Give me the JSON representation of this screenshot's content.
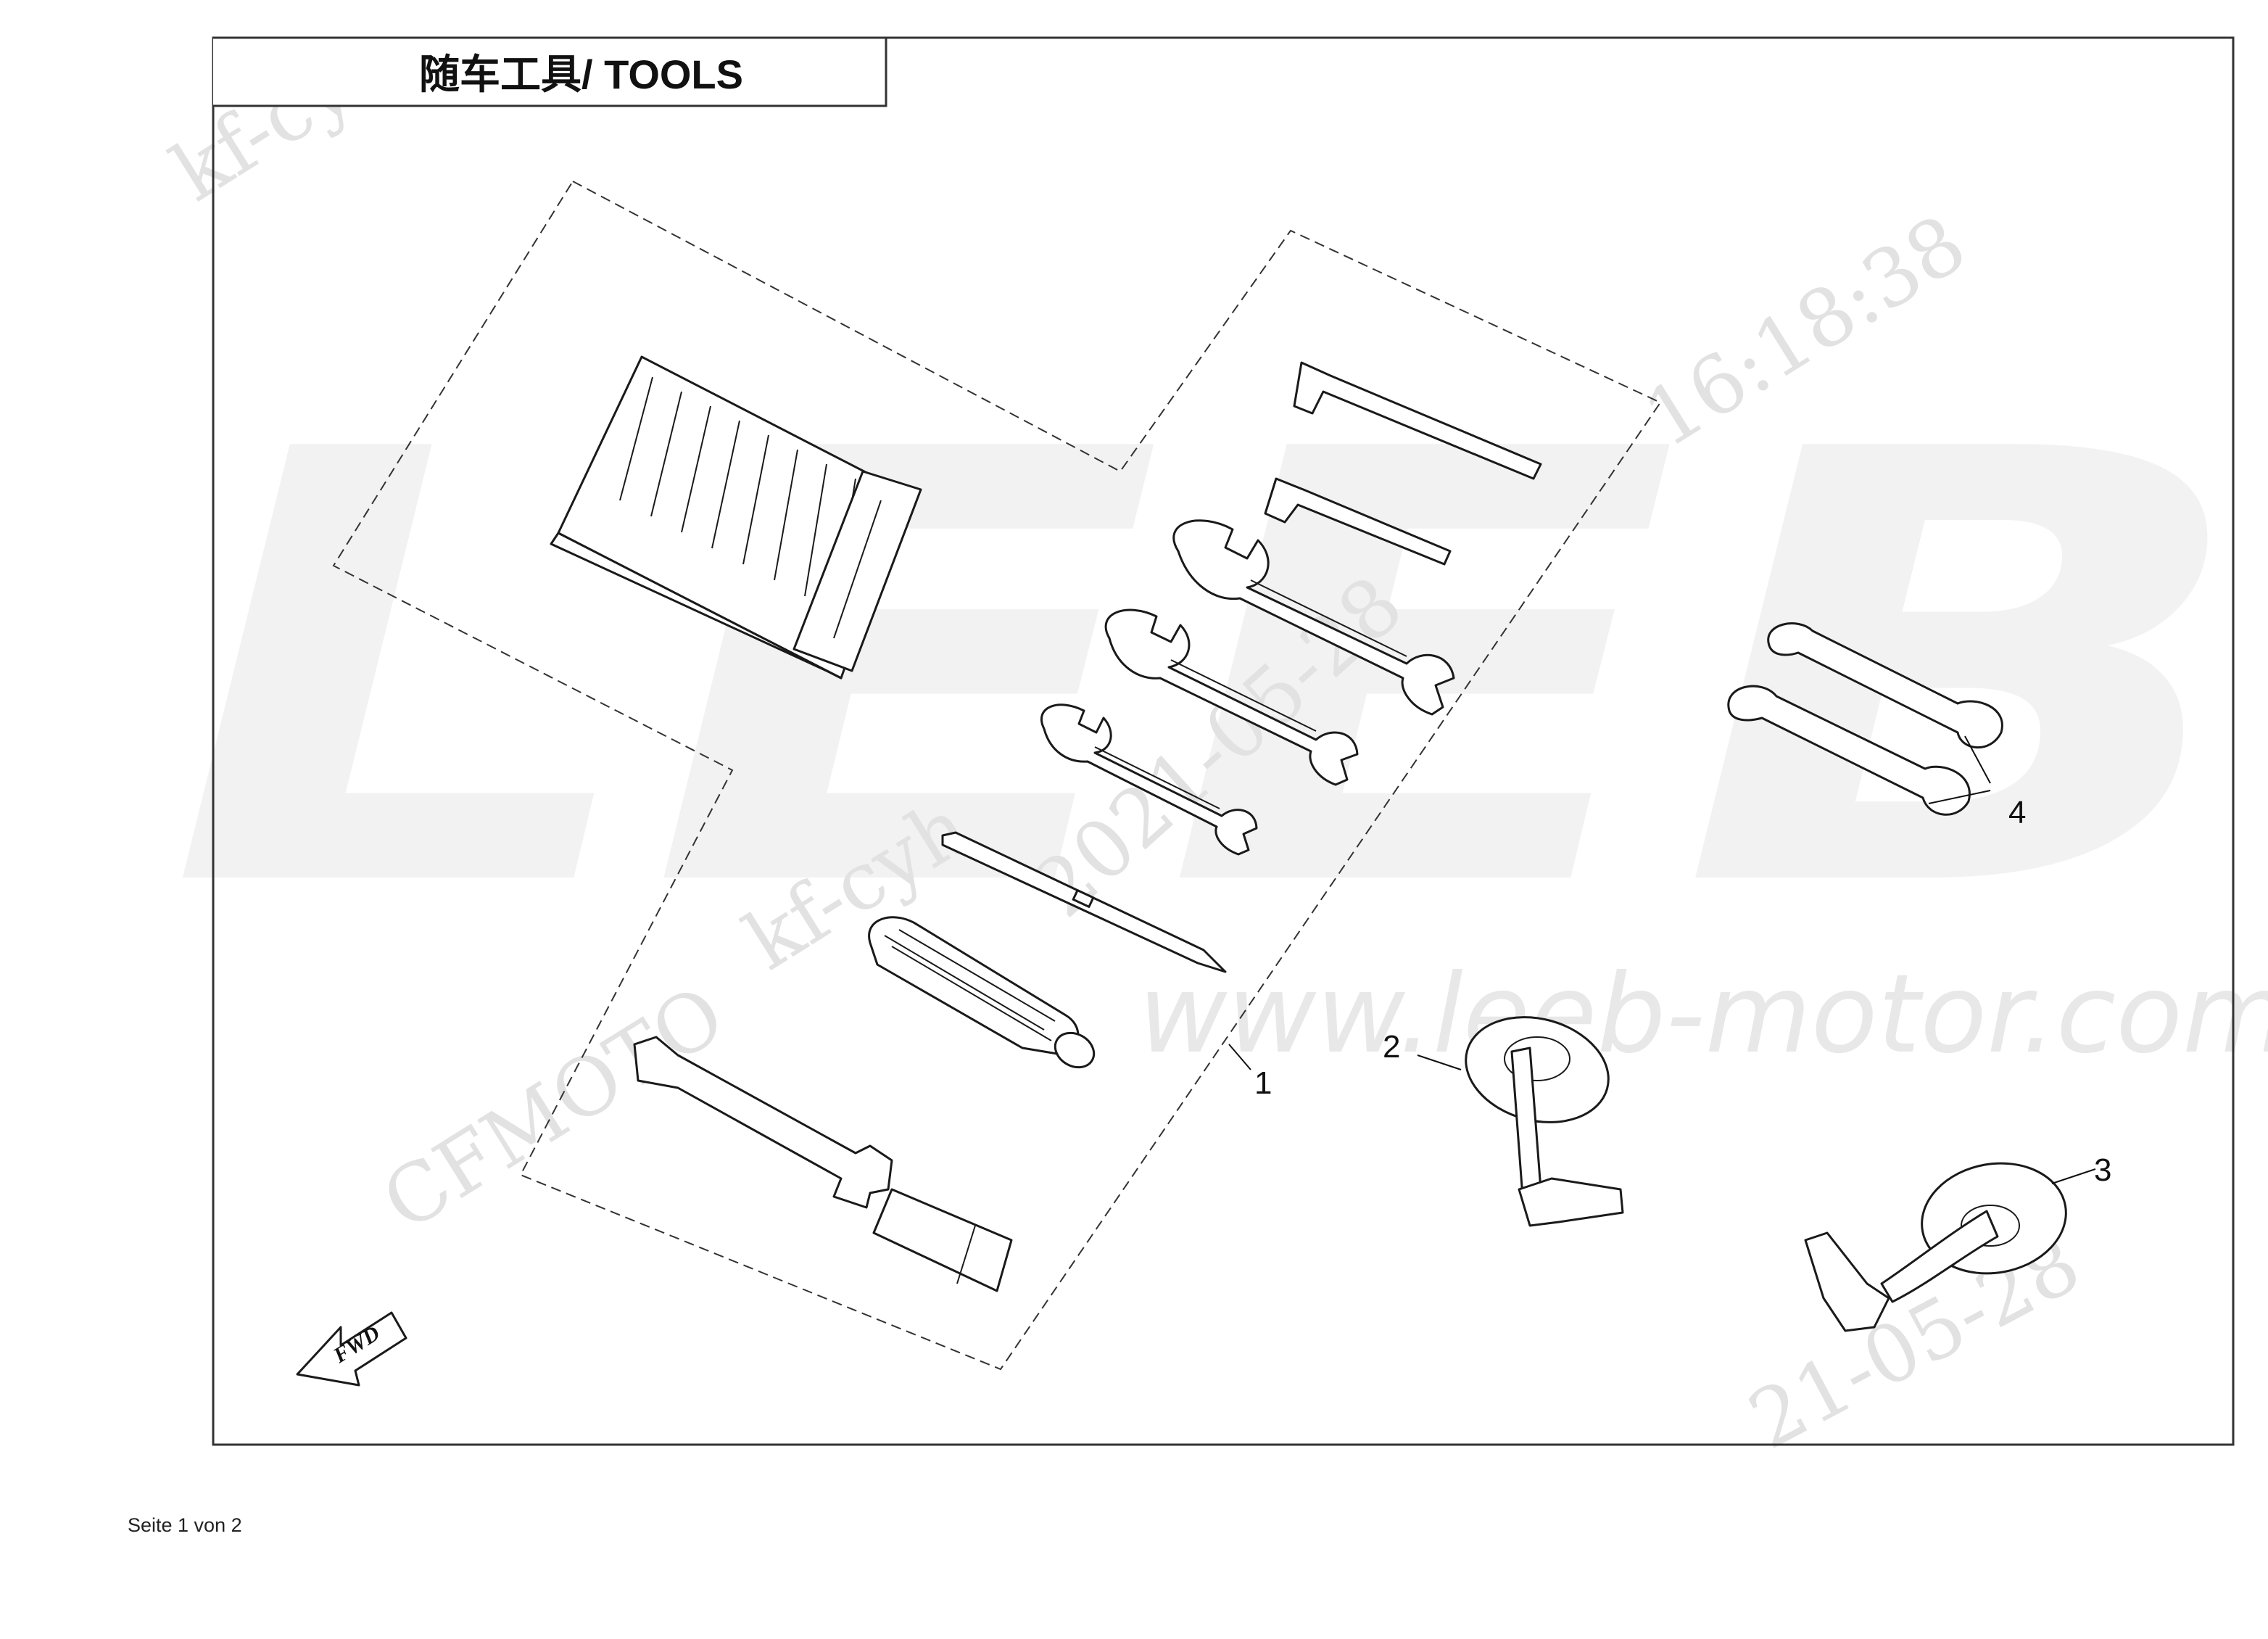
{
  "header": {
    "title": "随车工具/ TOOLS"
  },
  "callouts": [
    {
      "id": "1",
      "label": "1"
    },
    {
      "id": "2",
      "label": "2"
    },
    {
      "id": "3",
      "label": "3"
    },
    {
      "id": "4",
      "label": "4"
    }
  ],
  "watermarks": {
    "brand_large": "LEEB",
    "url": "www.leeb-motor.com",
    "user_1": "kf-cyh",
    "user_2": "kf-cyh",
    "maker": "CFMOTO",
    "date_1": "2021-05-28",
    "time_1": "16:18:38",
    "date_2": "21-05-28"
  },
  "fwd_arrow": {
    "label": "FWD"
  },
  "footer": {
    "page_text": "Seite 1 von 2"
  }
}
